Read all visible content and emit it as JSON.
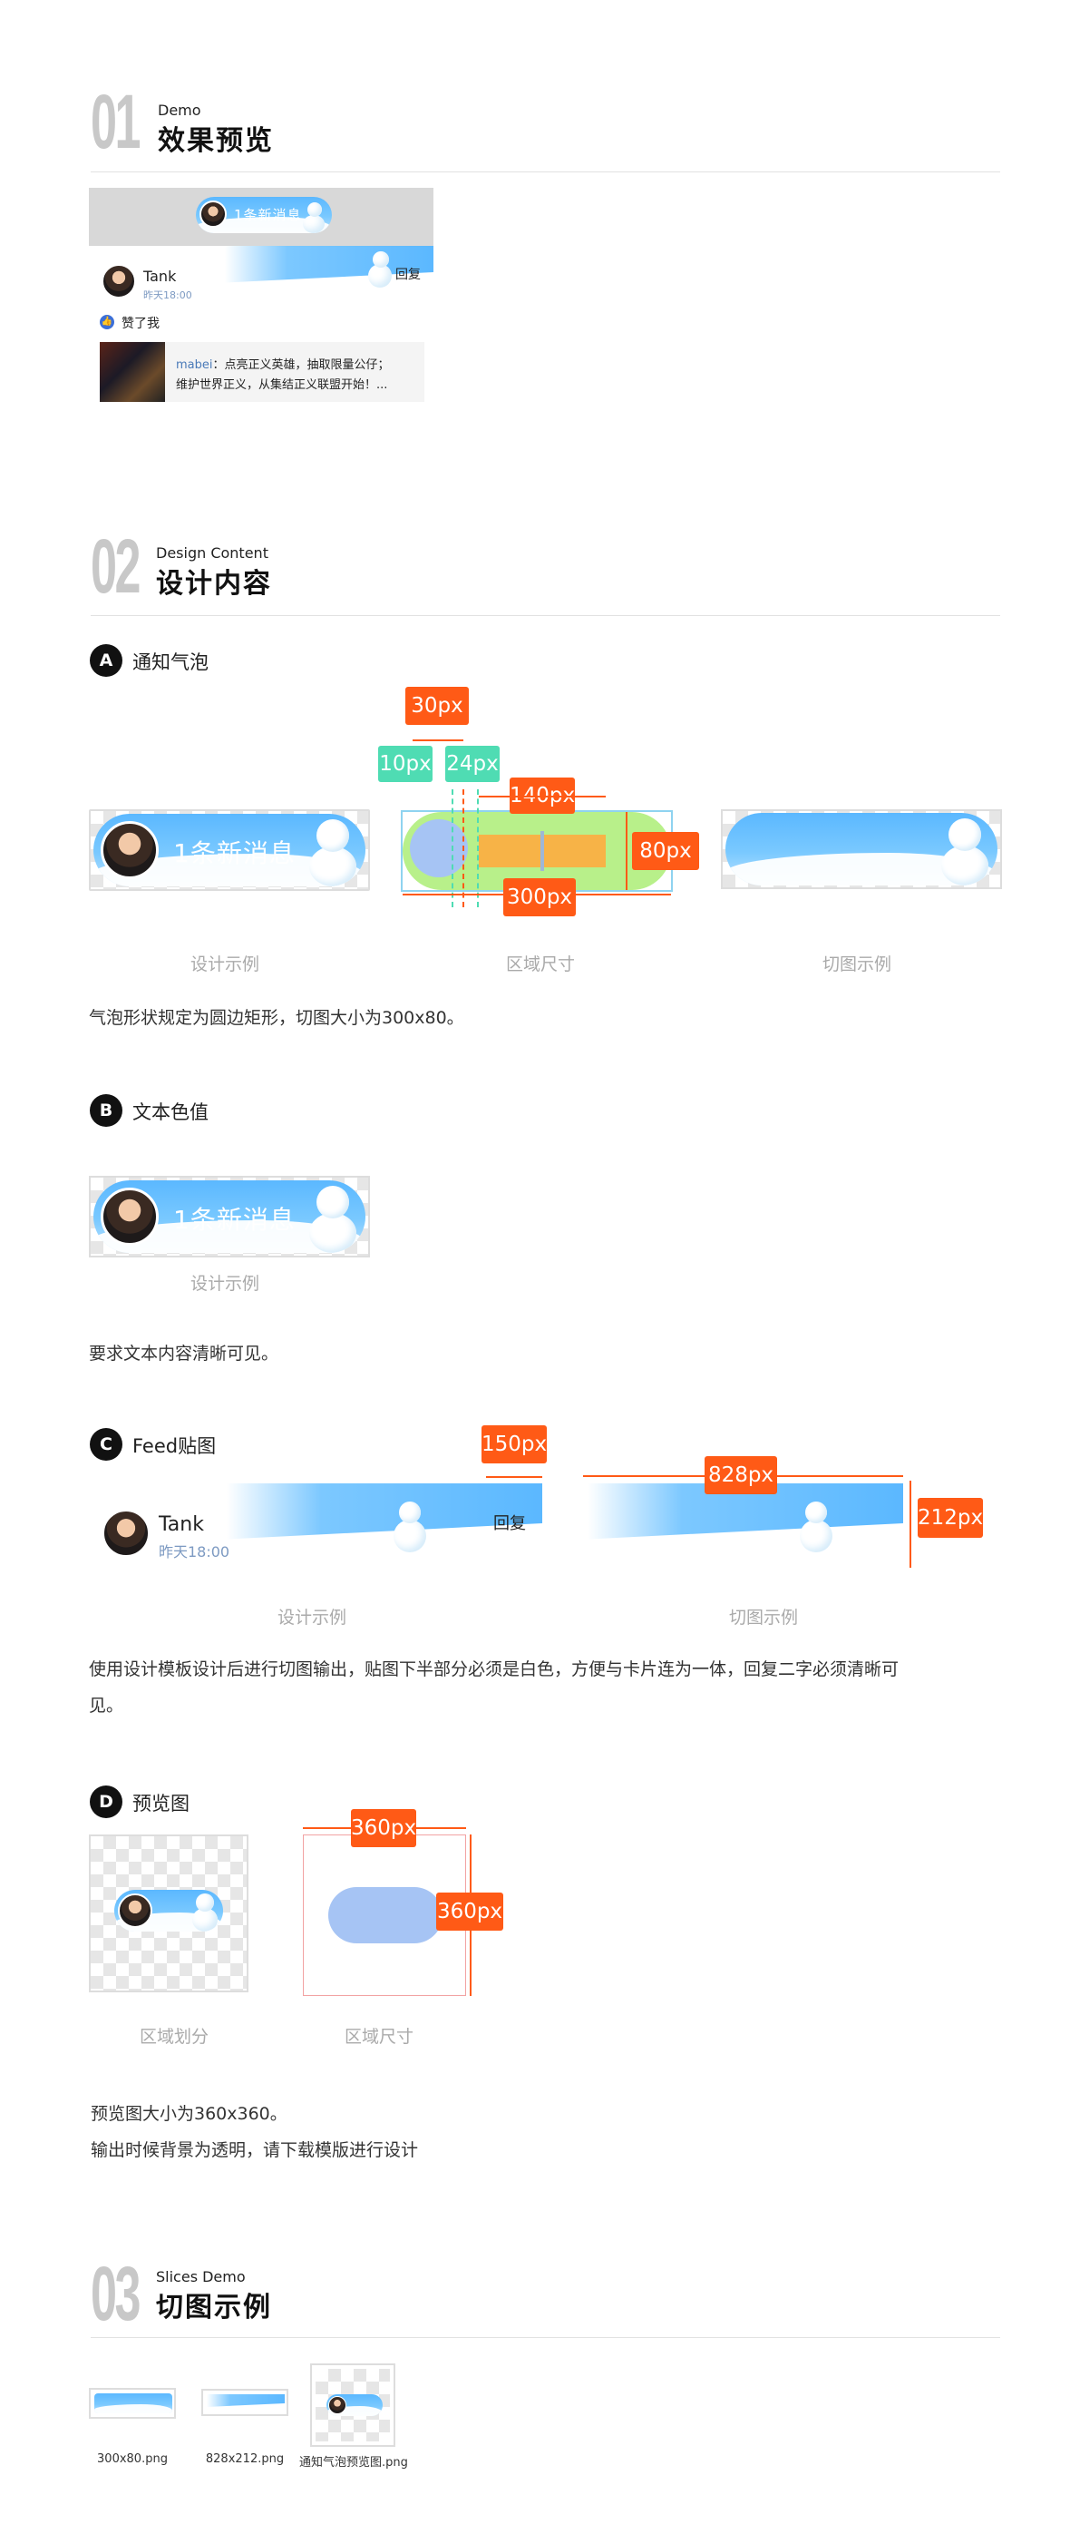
{
  "sec1": {
    "num": "01",
    "en": "Demo",
    "cn": "效果预览"
  },
  "demo": {
    "bubble_text": "1条新消息",
    "user_name": "Tank",
    "time": "昨天18:00",
    "reply": "回复",
    "like_text": "赞了我",
    "post_user": "mabei",
    "post_text_1": "：点亮正义英雄，抽取限量公仔；",
    "post_text_2": "维护世界正义，从集结正义联盟开始！..."
  },
  "sec2": {
    "num": "02",
    "en": "Design Content",
    "cn": "设计内容"
  },
  "subA": {
    "badge": "A",
    "title": "通知气泡",
    "bubble_text": "1条新消息",
    "dims": {
      "d30": "30px",
      "d10": "10px",
      "d24": "24px",
      "d140": "140px",
      "d80": "80px",
      "d300": "300px"
    },
    "cap1": "设计示例",
    "cap2": "区域尺寸",
    "cap3": "切图示例",
    "desc": "气泡形状规定为圆边矩形，切图大小为300x80。"
  },
  "subB": {
    "badge": "B",
    "title": "文本色值",
    "bubble_text": "1条新消息",
    "cap": "设计示例",
    "desc": "要求文本内容清晰可见。"
  },
  "subC": {
    "badge": "C",
    "title": "Feed贴图",
    "user_name": "Tank",
    "time": "昨天18:00",
    "reply": "回复",
    "d150": "150px",
    "d828": "828px",
    "d212": "212px",
    "cap1": "设计示例",
    "cap2": "切图示例",
    "desc_1": "使用设计模板设计后进行切图输出，贴图下半部分必须是白色，方便与卡片连为一体，回复二字必须清晰可",
    "desc_2": "见。"
  },
  "subD": {
    "badge": "D",
    "title": "预览图",
    "d360w": "360px",
    "d360h": "360px",
    "cap1": "区域划分",
    "cap2": "区域尺寸",
    "desc_1": "预览图大小为360x360。",
    "desc_2": "输出时候背景为透明，请下载模版进行设计"
  },
  "sec3": {
    "num": "03",
    "en": "Slices Demo",
    "cn": "切图示例"
  },
  "files": {
    "f1": "300x80.png",
    "f2": "828x212.png",
    "f3": "通知气泡预览图.png"
  },
  "colors": {
    "accent_orange": "#ff5a16",
    "accent_green": "#4fdcb3",
    "sky_blue": "#5bb8ff"
  }
}
